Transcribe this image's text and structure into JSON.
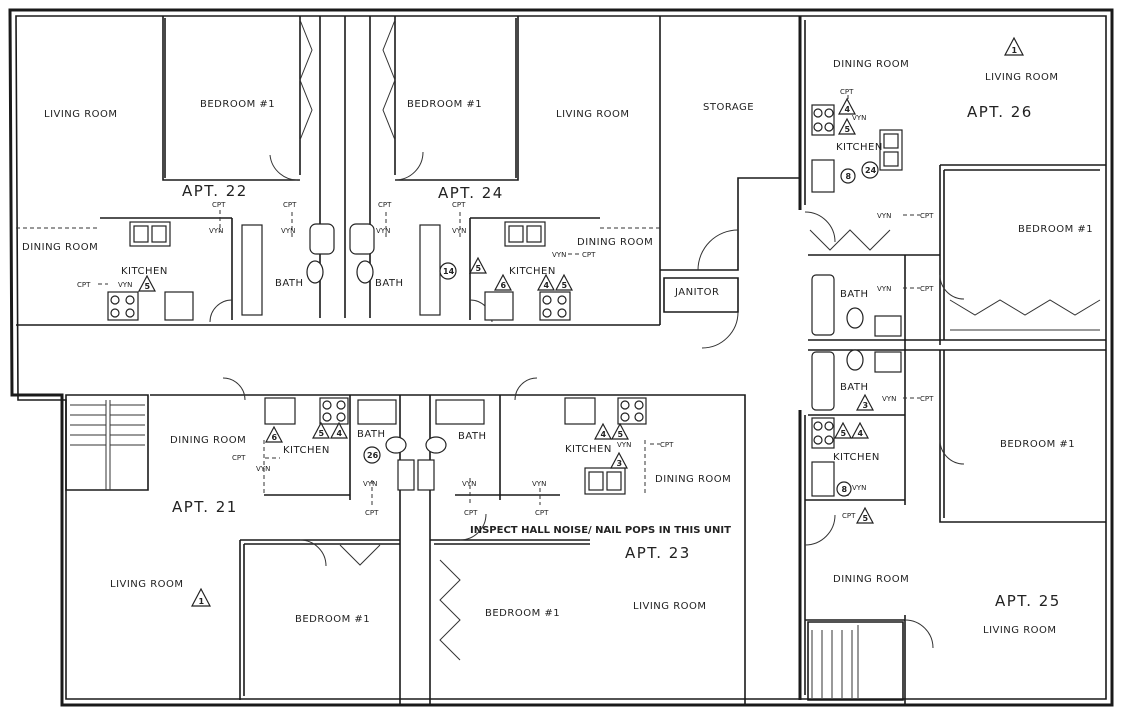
{
  "apartments": [
    {
      "id": "apt-22",
      "label": "APT. 22"
    },
    {
      "id": "apt-24",
      "label": "APT. 24"
    },
    {
      "id": "apt-26",
      "label": "APT. 26"
    },
    {
      "id": "apt-21",
      "label": "APT. 21"
    },
    {
      "id": "apt-23",
      "label": "APT. 23"
    },
    {
      "id": "apt-25",
      "label": "APT. 25"
    }
  ],
  "rooms": {
    "living_room": "LIVING ROOM",
    "bedroom": "BEDROOM #1",
    "dining_room": "DINING ROOM",
    "kitchen": "KITCHEN",
    "bath": "BATH",
    "storage": "STORAGE",
    "janitor": "JANITOR"
  },
  "finish_tags": {
    "cpt": "CPT",
    "vyn": "VYN"
  },
  "inspection_note": "INSPECT HALL NOISE/ NAIL POPS IN THIS UNIT",
  "markers": {
    "m1": "1",
    "m3": "3",
    "m4": "4",
    "m5": "5",
    "m6": "6",
    "m8": "8",
    "m14": "14",
    "m24": "24",
    "m26": "26"
  }
}
